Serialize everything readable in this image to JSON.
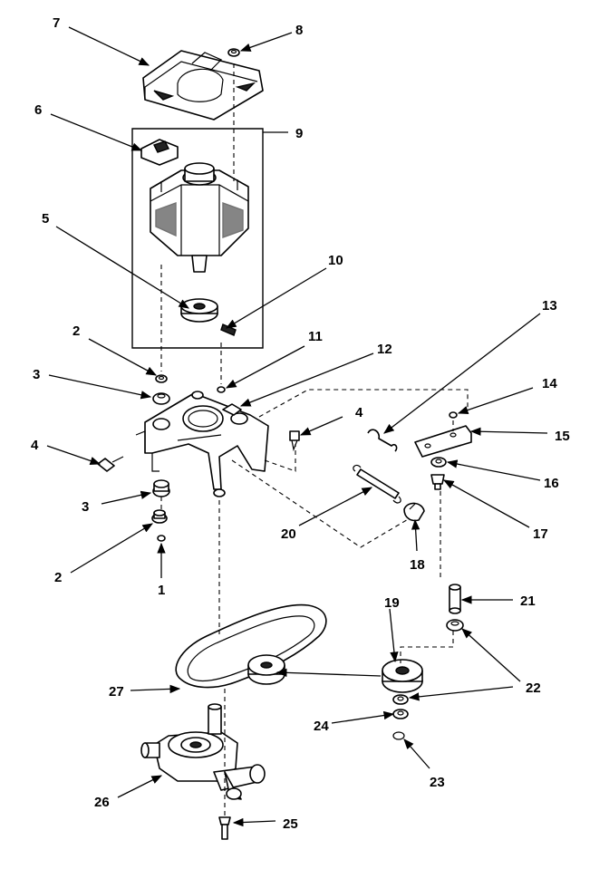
{
  "callouts": [
    "1",
    "2",
    "3",
    "4",
    "5",
    "6",
    "7",
    "8",
    "9",
    "10",
    "11",
    "12",
    "13",
    "14",
    "15",
    "16",
    "17",
    "18",
    "19",
    "20",
    "21",
    "22",
    "23",
    "24",
    "25",
    "26",
    "27"
  ]
}
